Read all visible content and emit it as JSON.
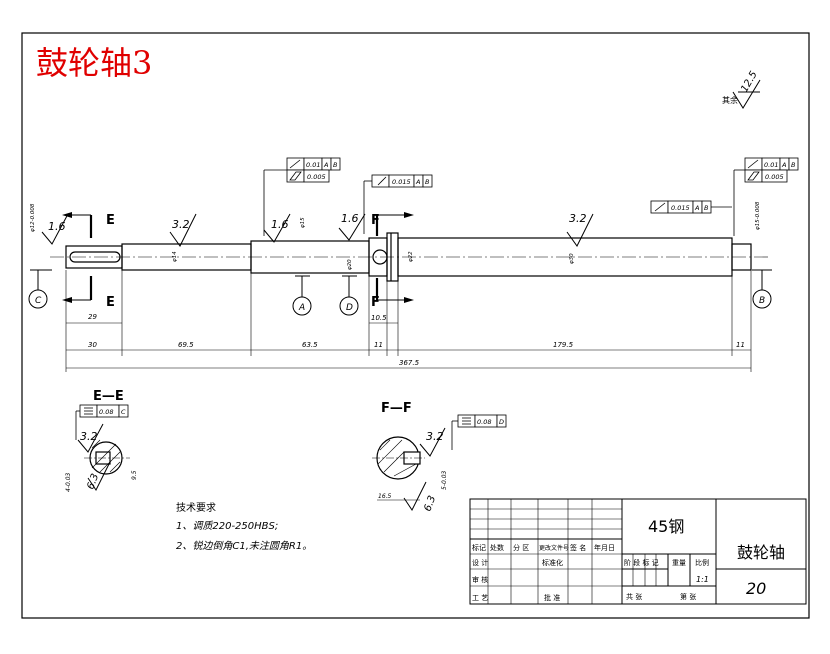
{
  "title": "鼓轮轴3",
  "roughness_default": {
    "value": "12.5",
    "label": "其余"
  },
  "section_labels": {
    "E": "E",
    "F": "F",
    "EE": "E—E",
    "FF": "F—F"
  },
  "datums": [
    "C",
    "A",
    "D",
    "B"
  ],
  "roughness_marks": [
    "1.6",
    "3.2",
    "1.6",
    "1.6",
    "3.2"
  ],
  "diameters": [
    "φ12-0.008",
    "φ14",
    "φ15",
    "φ20",
    "φ22",
    "φ30",
    "φ15-0.008",
    "φ15-0.008"
  ],
  "tolerance_frames": {
    "left_runout": [
      "0.01",
      "A",
      "B"
    ],
    "left_cyl": [
      "0.005"
    ],
    "mid_runout": [
      "0.015",
      "A",
      "B"
    ],
    "right_runout_tol": [
      "0.015",
      "A",
      "B"
    ],
    "right_runout": [
      "0.01",
      "A",
      "B"
    ],
    "right_cyl": [
      "0.005"
    ],
    "ee_sym": [
      "0.08",
      "C"
    ],
    "ff_sym": [
      "0.08",
      "D"
    ]
  },
  "dimensions": [
    "29",
    "30",
    "69.5",
    "63.5",
    "11",
    "10.5",
    "179.5",
    "11",
    "367.5"
  ],
  "section_dims": {
    "ee_width": "4-0.03",
    "ee_depth": "9.5",
    "ee_rough": "6.3",
    "ee_rough2": "3.2",
    "ff_depth": "16.5",
    "ff_rough": "6.3",
    "ff_rough2": "3.2",
    "ff_width": "5-0.03"
  },
  "tech_requirements": {
    "heading": "技术要求",
    "items": [
      "1、调质220-250HBS;",
      "2、锐边倒角C1,未注圆角R1。"
    ]
  },
  "title_block": {
    "material": "45钢",
    "part_name": "鼓轮轴",
    "drawing_no": "20",
    "scale": "1:1",
    "headers": [
      "标记",
      "处数",
      "分 区",
      "更改文件号",
      "签 名",
      "年月日"
    ],
    "row_design": [
      "设 计",
      "标准化"
    ],
    "row_check": "审 核",
    "row_craft": "工 艺",
    "row_approve": "批 准",
    "stage": [
      "阶 段 标 记",
      "重量",
      "比例"
    ],
    "sheets": [
      "共 张",
      "第 张"
    ]
  }
}
